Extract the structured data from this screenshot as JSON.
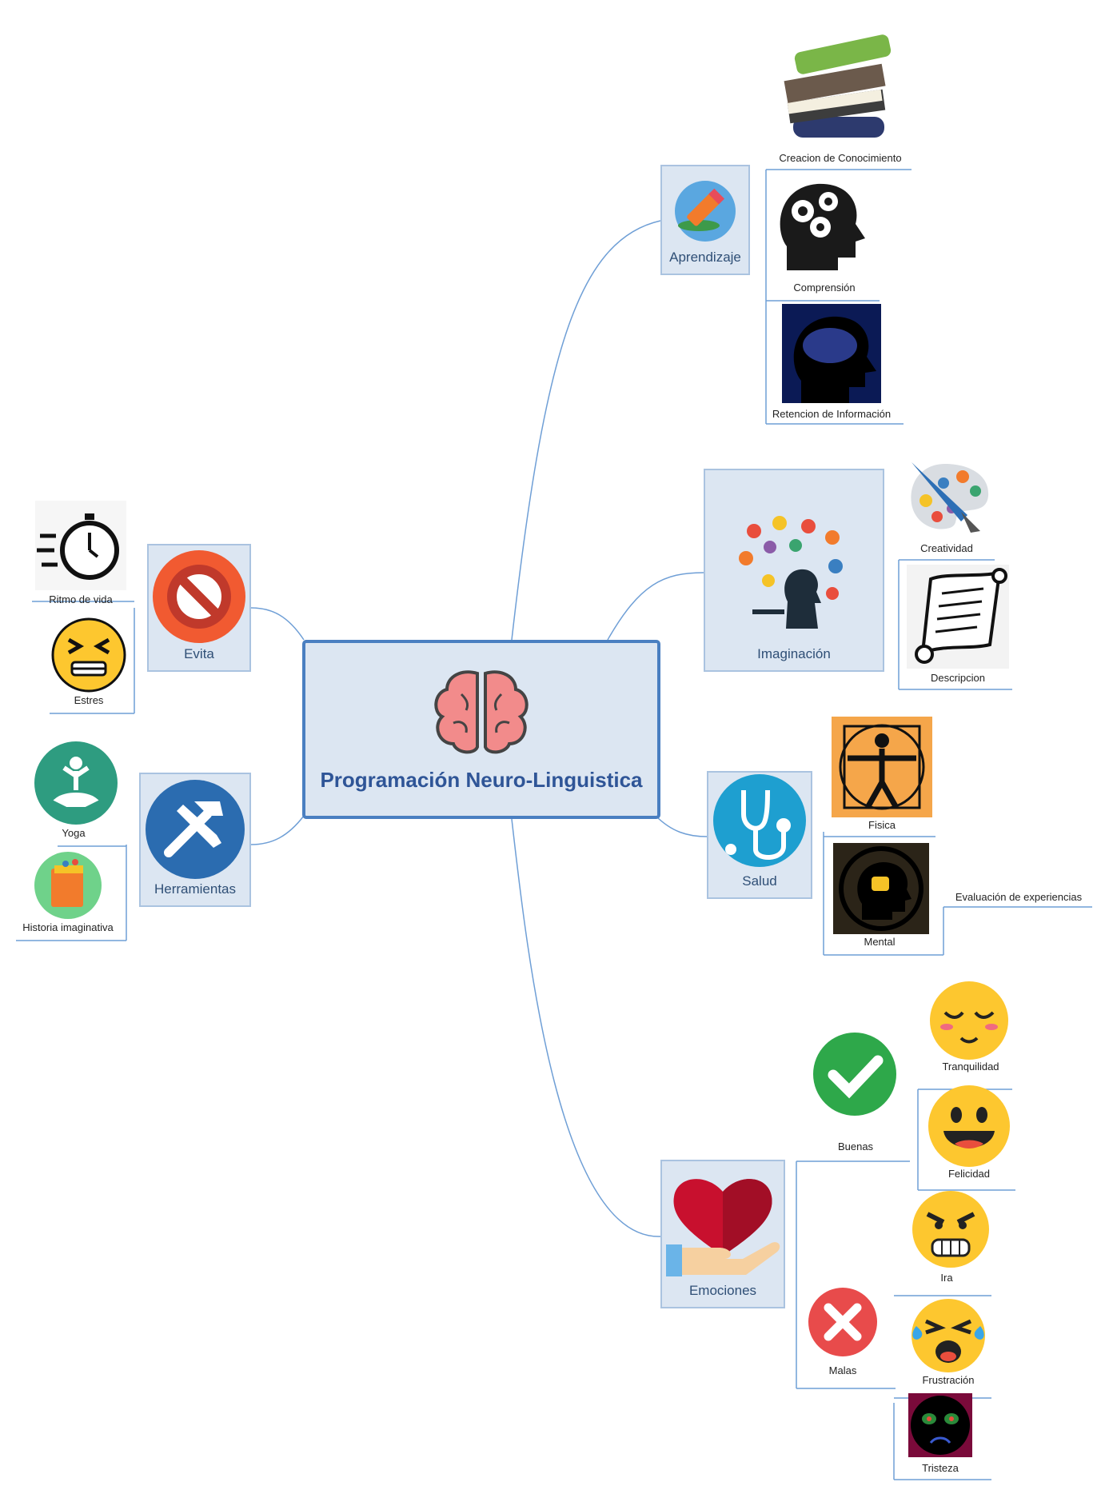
{
  "central": {
    "title": "Programación Neuro-Linguistica",
    "icon": "brain-icon"
  },
  "branches": {
    "aprendizaje": {
      "label": "Aprendizaje",
      "icon": "pencil-icon",
      "children": [
        "Creacion de Conocimiento",
        "Comprensión",
        "Retencion de Información"
      ]
    },
    "imaginacion": {
      "label": "Imaginación",
      "icon": "ideas-icon",
      "children": [
        "Creatividad",
        "Descripcion"
      ]
    },
    "salud": {
      "label": "Salud",
      "icon": "stethoscope-icon",
      "children": [
        "Fisica",
        "Mental"
      ],
      "mental_child": "Evaluación de experiencias"
    },
    "emociones": {
      "label": "Emociones",
      "icon": "heart-hand-icon",
      "buenas": {
        "label": "Buenas",
        "children": [
          "Tranquilidad",
          "Felicidad"
        ]
      },
      "malas": {
        "label": "Malas",
        "children": [
          "Ira",
          "Frustración",
          "Tristeza"
        ]
      }
    },
    "evita": {
      "label": "Evita",
      "icon": "forbidden-icon",
      "children": [
        "Ritmo de vida",
        "Estres"
      ]
    },
    "herramientas": {
      "label": "Herramientas",
      "icon": "tools-icon",
      "children": [
        "Yoga",
        "Historia imaginativa"
      ]
    }
  },
  "colors": {
    "link": "#6f9fd6",
    "node_fill": "#dce6f2",
    "node_border": "#aac3e0",
    "central_border": "#4a7fc1",
    "title": "#2f5597"
  }
}
